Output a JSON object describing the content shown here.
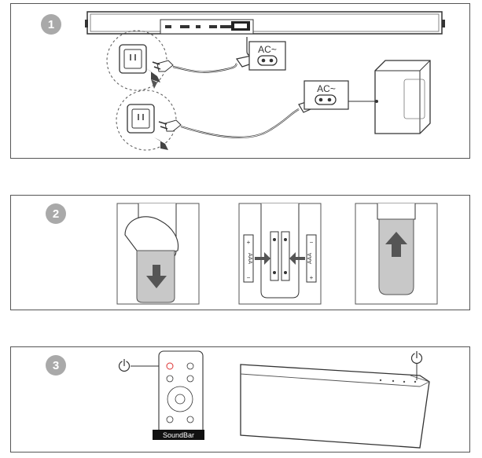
{
  "steps": [
    {
      "number": "1"
    },
    {
      "number": "2"
    },
    {
      "number": "3"
    }
  ],
  "labels": {
    "ac_label_soundbar": "AC~",
    "ac_label_subwoofer": "AC~",
    "battery_left": "AAA",
    "battery_right": "AAA",
    "battery_plus": "+",
    "battery_minus": "−",
    "remote_brand": "SoundBar"
  },
  "icons": {
    "power": "power-icon",
    "arrow_down": "arrow-down-icon",
    "arrow_up": "arrow-up-icon"
  }
}
